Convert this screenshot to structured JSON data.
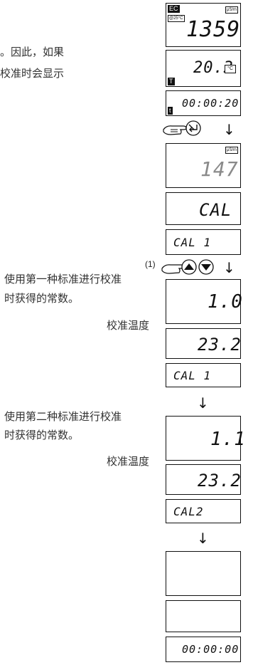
{
  "intro": {
    "line1": "。因此，如果",
    "line2": "校准时会显示"
  },
  "display1": {
    "mode_badge": "EC",
    "ref_badge": "@25°C",
    "unit_badge": "μS/m",
    "value": "1359",
    "temp_badge": "T",
    "temp_value": "20.3",
    "temp_unit": "°C",
    "time_badge": "t",
    "time_value": "00:00:20"
  },
  "display2": {
    "unit_badge": "μS/m",
    "value": "147",
    "mode": "CAL",
    "sub": "CAL 1"
  },
  "step_label": "(1)",
  "display3": {
    "value": "1.0",
    "temp_value": "23.2",
    "sub": "CAL 1"
  },
  "display4": {
    "value": "1.1",
    "temp_value": "23.2",
    "sub": "CAL2"
  },
  "display5": {
    "time_value": "00:00:00"
  },
  "captions": {
    "cal1_line1": "使用第一种标准进行校准",
    "cal1_line2": "时获得的常数。",
    "cal1_temp": "校准温度",
    "cal2_line1": "使用第二种标准进行校准",
    "cal2_line2": "时获得的常数。",
    "cal2_temp": "校准温度"
  },
  "icons": {
    "arrow": "down-arrow-icon",
    "hand": "pointing-hand-icon",
    "enter": "enter-key-icon",
    "up": "up-key-icon",
    "down": "down-key-icon"
  }
}
